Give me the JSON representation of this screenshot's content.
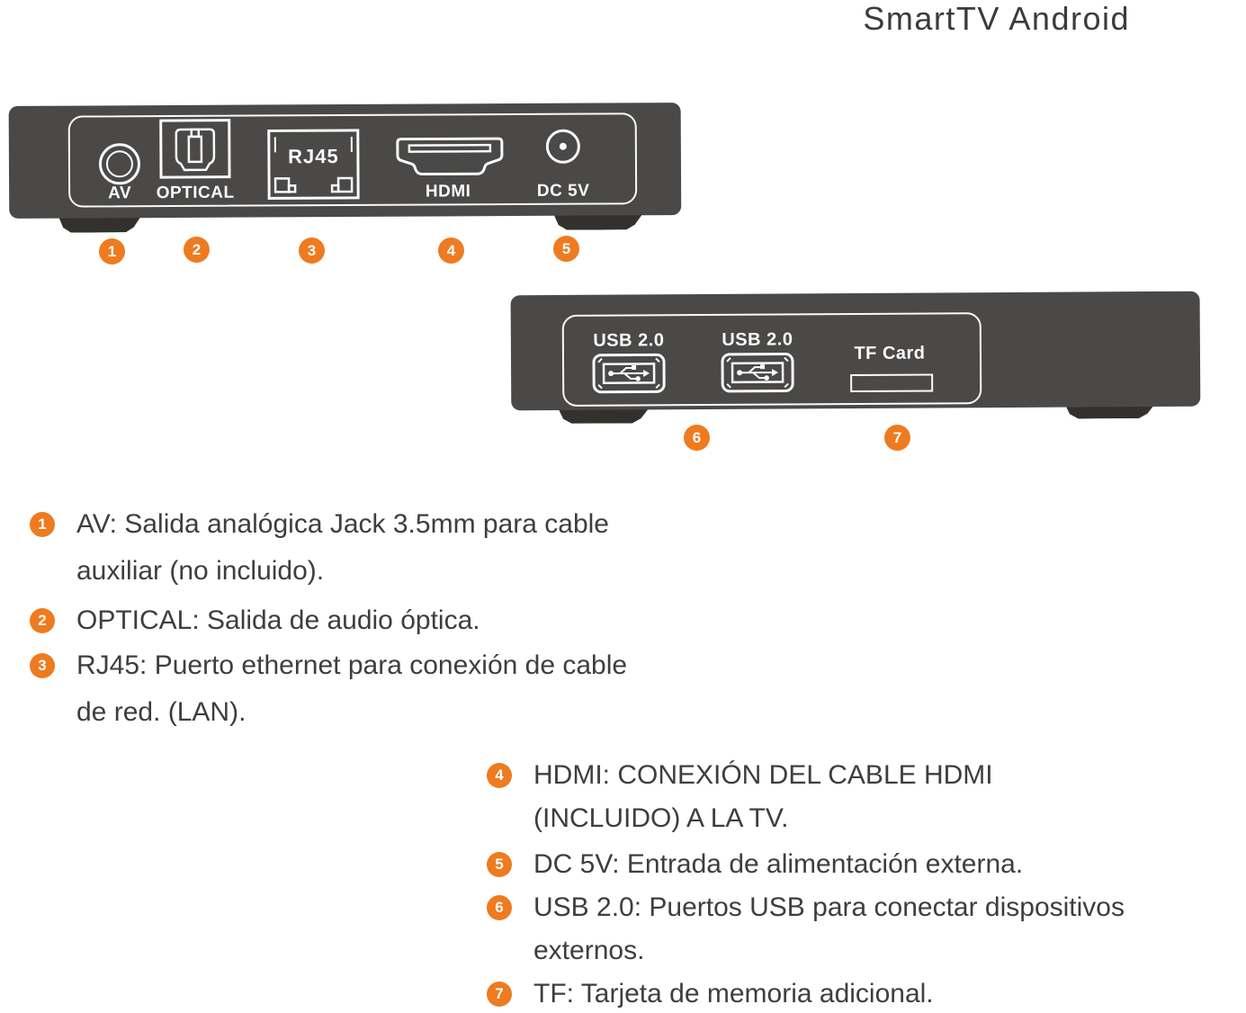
{
  "title": "SmartTV Android",
  "colors": {
    "accent_orange": "#EE7B20",
    "panel_gray": "#4A4948",
    "foot_gray": "#33312E",
    "outline_white": "#FAFAFA",
    "text_dark": "#3E3E3E"
  },
  "device_back": {
    "ports": {
      "av": {
        "label": "AV",
        "icon": "av-jack-icon"
      },
      "optical": {
        "label": "OPTICAL",
        "icon": "optical-port-icon"
      },
      "rj45": {
        "label": "RJ45",
        "icon": "ethernet-port-icon"
      },
      "hdmi": {
        "label": "HDMI",
        "icon": "hdmi-port-icon"
      },
      "dc": {
        "label": "DC 5V",
        "icon": "dc-jack-icon"
      }
    },
    "callouts": [
      "1",
      "2",
      "3",
      "4",
      "5"
    ]
  },
  "device_side": {
    "ports": {
      "usb1": {
        "label": "USB 2.0",
        "icon": "usb-port-icon"
      },
      "usb2": {
        "label": "USB 2.0",
        "icon": "usb-port-icon"
      },
      "tf": {
        "label": "TF Card",
        "icon": "tf-slot-icon"
      }
    },
    "callouts": [
      "6",
      "7"
    ]
  },
  "legend_left": {
    "items": [
      {
        "num": "1",
        "lines": [
          "AV: Salida analógica Jack 3.5mm para cable",
          "auxiliar (no incluido)."
        ]
      },
      {
        "num": "2",
        "lines": [
          "OPTICAL: Salida de audio óptica."
        ]
      },
      {
        "num": "3",
        "lines": [
          "RJ45: Puerto ethernet para conexión de cable",
          "de red. (LAN)."
        ]
      }
    ]
  },
  "legend_right": {
    "items": [
      {
        "num": "4",
        "lines": [
          "HDMI: CONEXIÓN DEL CABLE HDMI",
          "(INCLUIDO) A LA TV."
        ]
      },
      {
        "num": "5",
        "lines": [
          "DC 5V: Entrada de alimentación externa."
        ]
      },
      {
        "num": "6",
        "lines": [
          "USB 2.0: Puertos USB para conectar dispositivos",
          "externos."
        ]
      },
      {
        "num": "7",
        "lines": [
          "TF: Tarjeta de memoria adicional."
        ]
      }
    ]
  }
}
